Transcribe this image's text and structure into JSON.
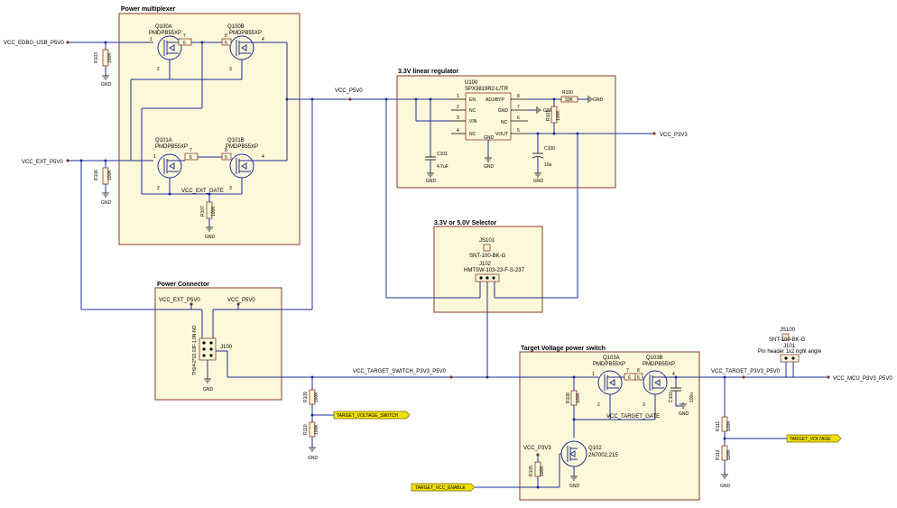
{
  "blocks": {
    "power_mux": "Power multiplexer",
    "linear_reg": "3.3V linear regulator",
    "selector": "3.3V or 5.0V Selector",
    "power_conn": "Power Connector",
    "target_switch": "Target Voltage power switch"
  },
  "nets": {
    "vcc_edbg": "VCC_EDBG_USB_P5V0",
    "vcc_ext": "VCC_EXT_P5V0",
    "vcc_p5v0": "VCC_P5V0",
    "vcc_p3v3": "VCC_P3V3",
    "vcc_ext_gate": "VCC_EXT_GATE",
    "vcc_target_switch": "VCC_TARGET_SWITCH_P3V3_P5V0",
    "vcc_target": "VCC_TARGET_P3V3_P5V0",
    "vcc_mcu": "VCC_MCU_P3V3_P5V0",
    "vcc_target_gate": "VCC_TARGET_GATE",
    "gnd": "GND"
  },
  "net_labels": {
    "target_voltage_switch": "TARGET_VOLTAGE_SWITCH",
    "target_voltage": "TARGET_VOLTAGE",
    "target_vcc_enable": "TARGET_VCC_ENABLE"
  },
  "components": {
    "q100a": {
      "ref": "Q100A",
      "val": "PMDPB55XP"
    },
    "q100b": {
      "ref": "Q100B",
      "val": "PMDPB55XP"
    },
    "q101a": {
      "ref": "Q101A",
      "val": "PMDPB55XP"
    },
    "q101b": {
      "ref": "Q101B",
      "val": "PMDPB55XP"
    },
    "q103a": {
      "ref": "Q103A",
      "val": "PMDPB55XP"
    },
    "q103b": {
      "ref": "Q103B",
      "val": "PMDPB55XP"
    },
    "q102": {
      "ref": "Q102",
      "val": "2N7002,215"
    },
    "u100": {
      "ref": "U100",
      "val": "SPX3819R2-L/TR"
    },
    "u100_pins": {
      "en": "EN",
      "nc": "NC",
      "vin": "VIN",
      "gnd": "GND",
      "adj": "ADJ/BYP",
      "vout": "VOUT"
    },
    "c100": {
      "ref": "C100",
      "val": "10u"
    },
    "c101": {
      "ref": "C101",
      "val": "4.7uF"
    },
    "c102": {
      "ref": "C102",
      "val": "100n"
    },
    "r100": {
      "ref": "R100",
      "val": "33K"
    },
    "r101": {
      "ref": "R101",
      "val": "100K"
    },
    "r103": {
      "ref": "R103",
      "val": "100K"
    },
    "r106": {
      "ref": "R106",
      "val": "100K"
    },
    "r107": {
      "ref": "R107",
      "val": "100K"
    },
    "r108": {
      "ref": "R108",
      "val": "100K"
    },
    "r109": {
      "ref": "R109",
      "val": "100K"
    },
    "r110": {
      "ref": "R110",
      "val": "100K"
    },
    "r111": {
      "ref": "R111",
      "val": "100K"
    },
    "r112": {
      "ref": "R112",
      "val": "100K"
    },
    "js100": {
      "ref": "JS100",
      "val": "SNT-100-BK-G"
    },
    "js101": {
      "ref": "JS101",
      "val": "SNT-100-BK-G"
    },
    "j100": {
      "ref": "J100",
      "val": "TH04-2*02,03F-1.9N-NO"
    },
    "j101": {
      "ref": "J101",
      "val": "Pin header 1x2 right angle"
    },
    "j102": {
      "ref": "J102",
      "val": "HMTSW-103-23-F-S-237"
    }
  },
  "pin_numbers": {
    "p1": "1",
    "p2": "2",
    "p3": "3",
    "p4": "4",
    "p5": "5",
    "p6": "6",
    "p7": "7",
    "p8": "8"
  }
}
